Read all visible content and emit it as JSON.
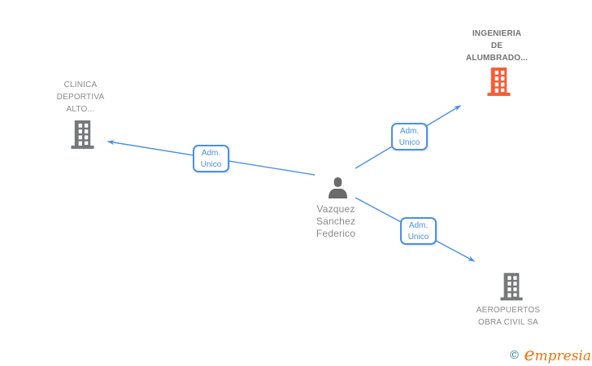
{
  "nodes": {
    "clinica": {
      "type": "company",
      "label_lines": [
        "CLINICA",
        "DEPORTIVA",
        "ALTO..."
      ],
      "icon": "building-icon",
      "color": "#75787b"
    },
    "ingenieria": {
      "type": "company",
      "label_lines": [
        "INGENIERIA",
        "DE",
        "ALUMBRADO..."
      ],
      "icon": "building-icon",
      "color": "#f85c33",
      "highlighted": true
    },
    "person": {
      "type": "person",
      "label_lines": [
        "Vazquez",
        "Sanchez",
        "Federico"
      ],
      "icon": "person-icon",
      "color": "#6b6b6b"
    },
    "aeropuertos": {
      "type": "company",
      "label_lines": [
        "AEROPUERTOS",
        "OBRA CIVIL SA"
      ],
      "icon": "building-icon",
      "color": "#75787b"
    }
  },
  "edges": [
    {
      "from": "person",
      "to": "clinica",
      "label_lines": [
        "Adm.",
        "Unico"
      ]
    },
    {
      "from": "person",
      "to": "ingenieria",
      "label_lines": [
        "Adm.",
        "Unico"
      ]
    },
    {
      "from": "person",
      "to": "aeropuertos",
      "label_lines": [
        "Adm.",
        "Unico"
      ]
    }
  ],
  "colors": {
    "edge": "#4a90e2",
    "company_default": "#75787b",
    "company_highlight": "#f85c33",
    "person": "#6b6b6b",
    "label_text": "#8a8a8a",
    "brand_orange": "#f0730a",
    "copyright_teal": "#2e7d8e"
  },
  "footer": {
    "copyright": "©",
    "brand": "empresia"
  }
}
